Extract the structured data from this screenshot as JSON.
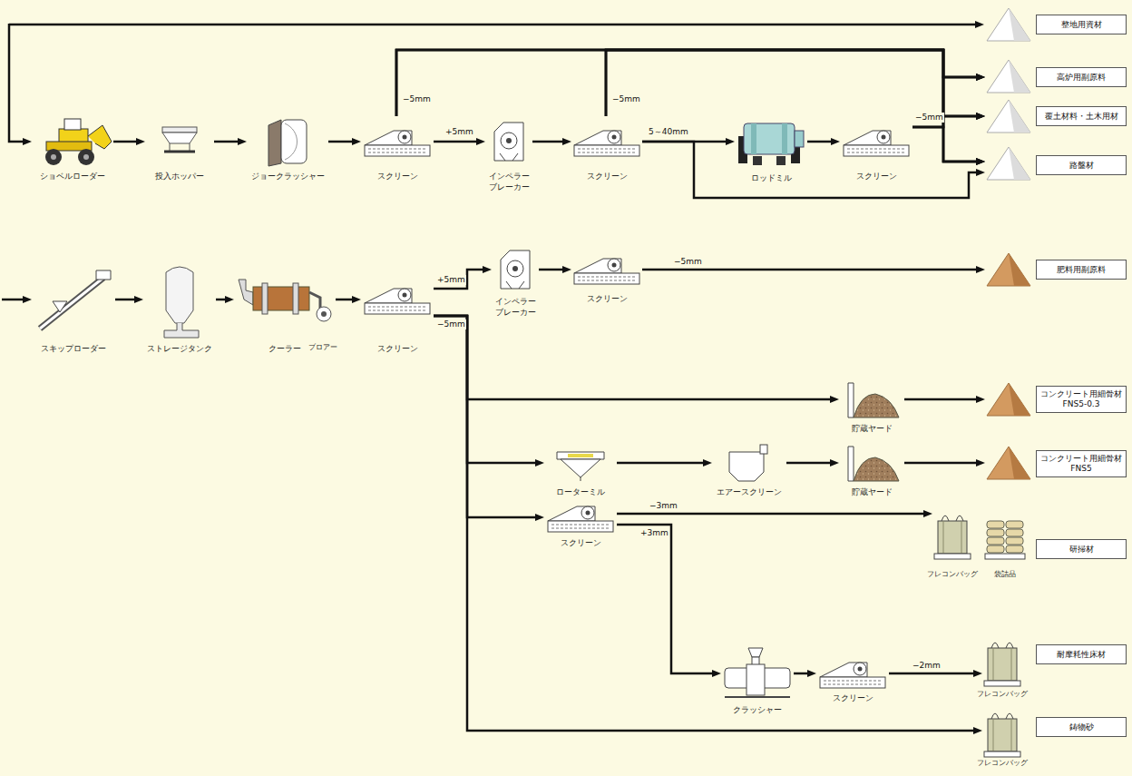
{
  "diagram": {
    "nodes": [
      {
        "text": [
          "ショベルローダー"
        ]
      },
      {
        "text": [
          "投入ホッパー"
        ]
      },
      {
        "text": [
          "ジョークラッシャー"
        ]
      },
      {
        "text": [
          "スクリーン"
        ]
      },
      {
        "text": [
          "インペラー ブレーカー"
        ]
      },
      {
        "text": [
          "スクリーン"
        ]
      },
      {
        "text": [
          "ロッドミル"
        ]
      },
      {
        "text": [
          "スクリーン"
        ]
      },
      {
        "text": [
          "整地用資材"
        ]
      },
      {
        "text": [
          "高炉用副原料"
        ]
      },
      {
        "text": [
          "覆土材料・土木用材"
        ]
      },
      {
        "text": [
          "路盤材"
        ]
      },
      {
        "text": [
          "スキップローダー"
        ]
      },
      {
        "text": [
          "ストレージタンク"
        ]
      },
      {
        "text": [
          "クーラー"
        ]
      },
      {
        "text": [
          "スクリーン"
        ]
      },
      {
        "text": [
          "インペラー ブレーカー"
        ]
      },
      {
        "text": [
          "スクリーン"
        ]
      },
      {
        "text": [
          "肥料用副原料"
        ]
      },
      {
        "text": [
          "貯蔵ヤード"
        ]
      },
      {
        "text": [
          "コンクリート用細骨材 FNS5-0.3"
        ]
      },
      {
        "text": [
          "ローターミル"
        ]
      },
      {
        "text": [
          "エアースクリーン"
        ]
      },
      {
        "text": [
          "貯蔵ヤード"
        ]
      },
      {
        "text": [
          "コンクリート用細骨材 FNS5"
        ]
      },
      {
        "text": [
          "スクリーン"
        ]
      },
      {
        "text": [
          "研掃材"
        ]
      },
      {
        "text": [
          "クラッシャー"
        ]
      },
      {
        "text": [
          "スクリーン"
        ]
      },
      {
        "text": [
          "耐摩耗性床材"
        ]
      },
      {
        "text": [
          "鋳物砂"
        ]
      }
    ],
    "edges": [
      {
        "from": 0,
        "to": 1,
        "arrow": "to"
      },
      {
        "from": 1,
        "to": 2,
        "arrow": "to"
      },
      {
        "from": 2,
        "to": 3,
        "arrow": "to"
      },
      {
        "from": 3,
        "to": 9,
        "label": "−5mm",
        "arrow": "to"
      },
      {
        "from": 3,
        "to": 10,
        "arrow": "to"
      },
      {
        "from": 3,
        "to": 11,
        "arrow": "to"
      },
      {
        "from": 3,
        "to": 4,
        "label": "+5mm",
        "arrow": "to"
      },
      {
        "from": 4,
        "to": 5,
        "arrow": "to"
      },
      {
        "from": 5,
        "to": 9,
        "label": "−5mm",
        "arrow": "to"
      },
      {
        "from": 5,
        "to": 10,
        "arrow": "to"
      },
      {
        "from": 5,
        "to": 11,
        "arrow": "to"
      },
      {
        "from": 5,
        "to": 6,
        "label": "5～40mm",
        "arrow": "to"
      },
      {
        "from": 5,
        "to": 11,
        "arrow": "to"
      },
      {
        "from": 6,
        "to": 7,
        "arrow": "to"
      },
      {
        "from": 7,
        "to": 9,
        "label": "−5mm",
        "arrow": "to"
      },
      {
        "from": 7,
        "to": 10,
        "arrow": "to"
      },
      {
        "from": 7,
        "to": 11,
        "arrow": "to"
      },
      {
        "from": 12,
        "to": 13,
        "arrow": "to"
      },
      {
        "from": 13,
        "to": 14,
        "arrow": "to"
      },
      {
        "from": 14,
        "to": 15,
        "arrow": "to"
      },
      {
        "from": 15,
        "to": 16,
        "label": "+5mm",
        "arrow": "to"
      },
      {
        "from": 16,
        "to": 17,
        "arrow": "to"
      },
      {
        "from": 17,
        "to": 18,
        "label": "−5mm",
        "arrow": "to"
      },
      {
        "from": 15,
        "to": 19,
        "label": "−5mm",
        "arrow": "to"
      },
      {
        "from": 19,
        "to": 20,
        "arrow": "to"
      },
      {
        "from": 15,
        "to": 21,
        "arrow": "to"
      },
      {
        "from": 21,
        "to": 22,
        "arrow": "to"
      },
      {
        "from": 22,
        "to": 23,
        "arrow": "to"
      },
      {
        "from": 23,
        "to": 24,
        "arrow": "to"
      },
      {
        "from": 15,
        "to": 25,
        "arrow": "to"
      },
      {
        "from": 25,
        "to": 26,
        "label": "−3mm",
        "arrow": "to"
      },
      {
        "from": 25,
        "to": 27,
        "label": "+3mm",
        "arrow": "to"
      },
      {
        "from": 27,
        "to": 28,
        "arrow": "to"
      },
      {
        "from": 28,
        "to": 29,
        "label": "−2mm",
        "arrow": "to"
      },
      {
        "from": 15,
        "to": 30,
        "arrow": "to"
      }
    ],
    "labels": [
      "ブロアー",
      "フレコンバッグ",
      "袋詰品",
      "フレコンバッグ",
      "フレコンバッグ"
    ]
  }
}
